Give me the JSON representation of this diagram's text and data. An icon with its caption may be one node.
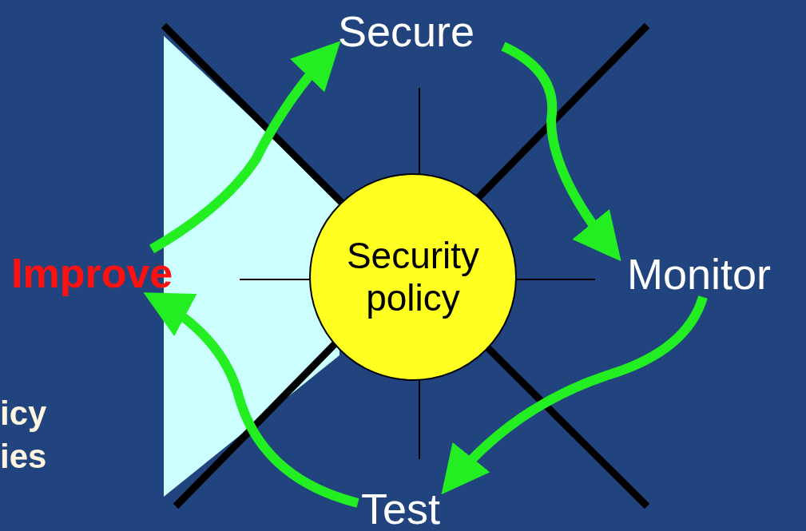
{
  "diagram": {
    "nodes": [
      {
        "text": [
          "Security policy"
        ]
      },
      {
        "text": [
          "Secure"
        ]
      },
      {
        "text": [
          "Monitor"
        ]
      },
      {
        "text": [
          "Test"
        ]
      },
      {
        "text": [
          "Improve"
        ]
      }
    ],
    "edges": [
      {
        "from": 1,
        "to": 2,
        "arrow": "to"
      },
      {
        "from": 2,
        "to": 3,
        "arrow": "to"
      },
      {
        "from": 3,
        "to": 4,
        "arrow": "to"
      },
      {
        "from": 4,
        "to": 1,
        "arrow": "to"
      }
    ],
    "labels": [
      "icy",
      "ies"
    ]
  }
}
